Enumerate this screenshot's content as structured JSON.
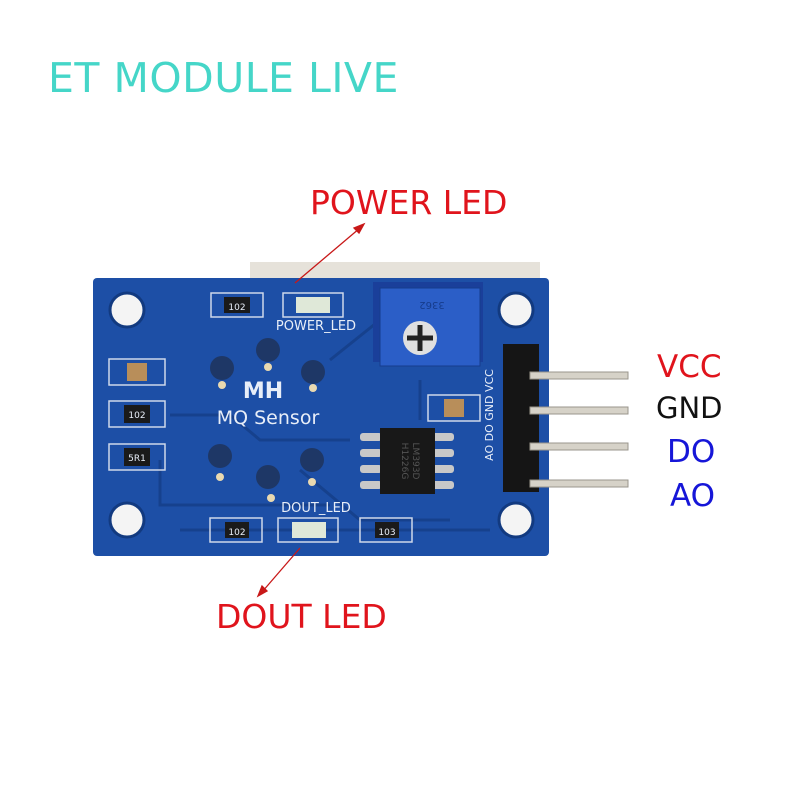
{
  "title": "ET MODULE LIVE",
  "callouts": {
    "power_led": "POWER LED",
    "dout_led": "DOUT LED"
  },
  "pins": {
    "vcc": "VCC",
    "gnd": "GND",
    "do": "DO",
    "ao": "AO"
  },
  "board": {
    "brand": "MH",
    "name": "MQ Sensor",
    "silk_power_led": "POWER_LED",
    "silk_dout_led": "DOUT_LED",
    "silk_pins": "AO DO GND VCC",
    "pot_marking": "3362",
    "chip_line1": "LM393D",
    "chip_line2": "H1226G",
    "resistor_codes": [
      "102",
      "102",
      "5R1",
      "102",
      "103"
    ]
  },
  "colors": {
    "title": "#45d6c8",
    "red_label": "#e0141c",
    "blue_label": "#1616d8",
    "pcb": "#1d4fa6"
  }
}
